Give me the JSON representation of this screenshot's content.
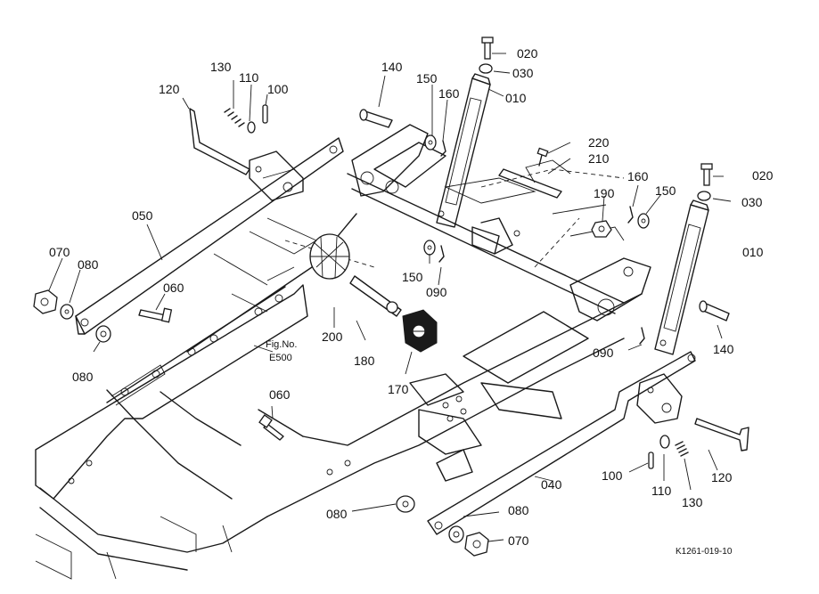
{
  "diagram": {
    "drawing_code": "K1261-019-10",
    "fig_ref": {
      "line1": "Fig.No.",
      "line2": "E500"
    },
    "callouts": {
      "c020a": "020",
      "c030a": "030",
      "c010a": "010",
      "c020b": "020",
      "c030b": "030",
      "c010b": "010",
      "c140a": "140",
      "c150a": "150",
      "c160a": "160",
      "c220": "220",
      "c210": "210",
      "c190": "190",
      "c160b": "160",
      "c150b": "150",
      "c130a": "130",
      "c110a": "110",
      "c100a": "100",
      "c120a": "120",
      "c050": "050",
      "c070a": "070",
      "c080a": "080",
      "c060a": "060",
      "c080b": "080",
      "c200": "200",
      "c180": "180",
      "c170": "170",
      "c150c": "150",
      "c090a": "090",
      "c090b": "090",
      "c140b": "140",
      "c060b": "060",
      "c080c": "080",
      "c080d": "080",
      "c070b": "070",
      "c040": "040",
      "c100b": "100",
      "c110b": "110",
      "c130b": "130",
      "c120b": "120"
    }
  }
}
